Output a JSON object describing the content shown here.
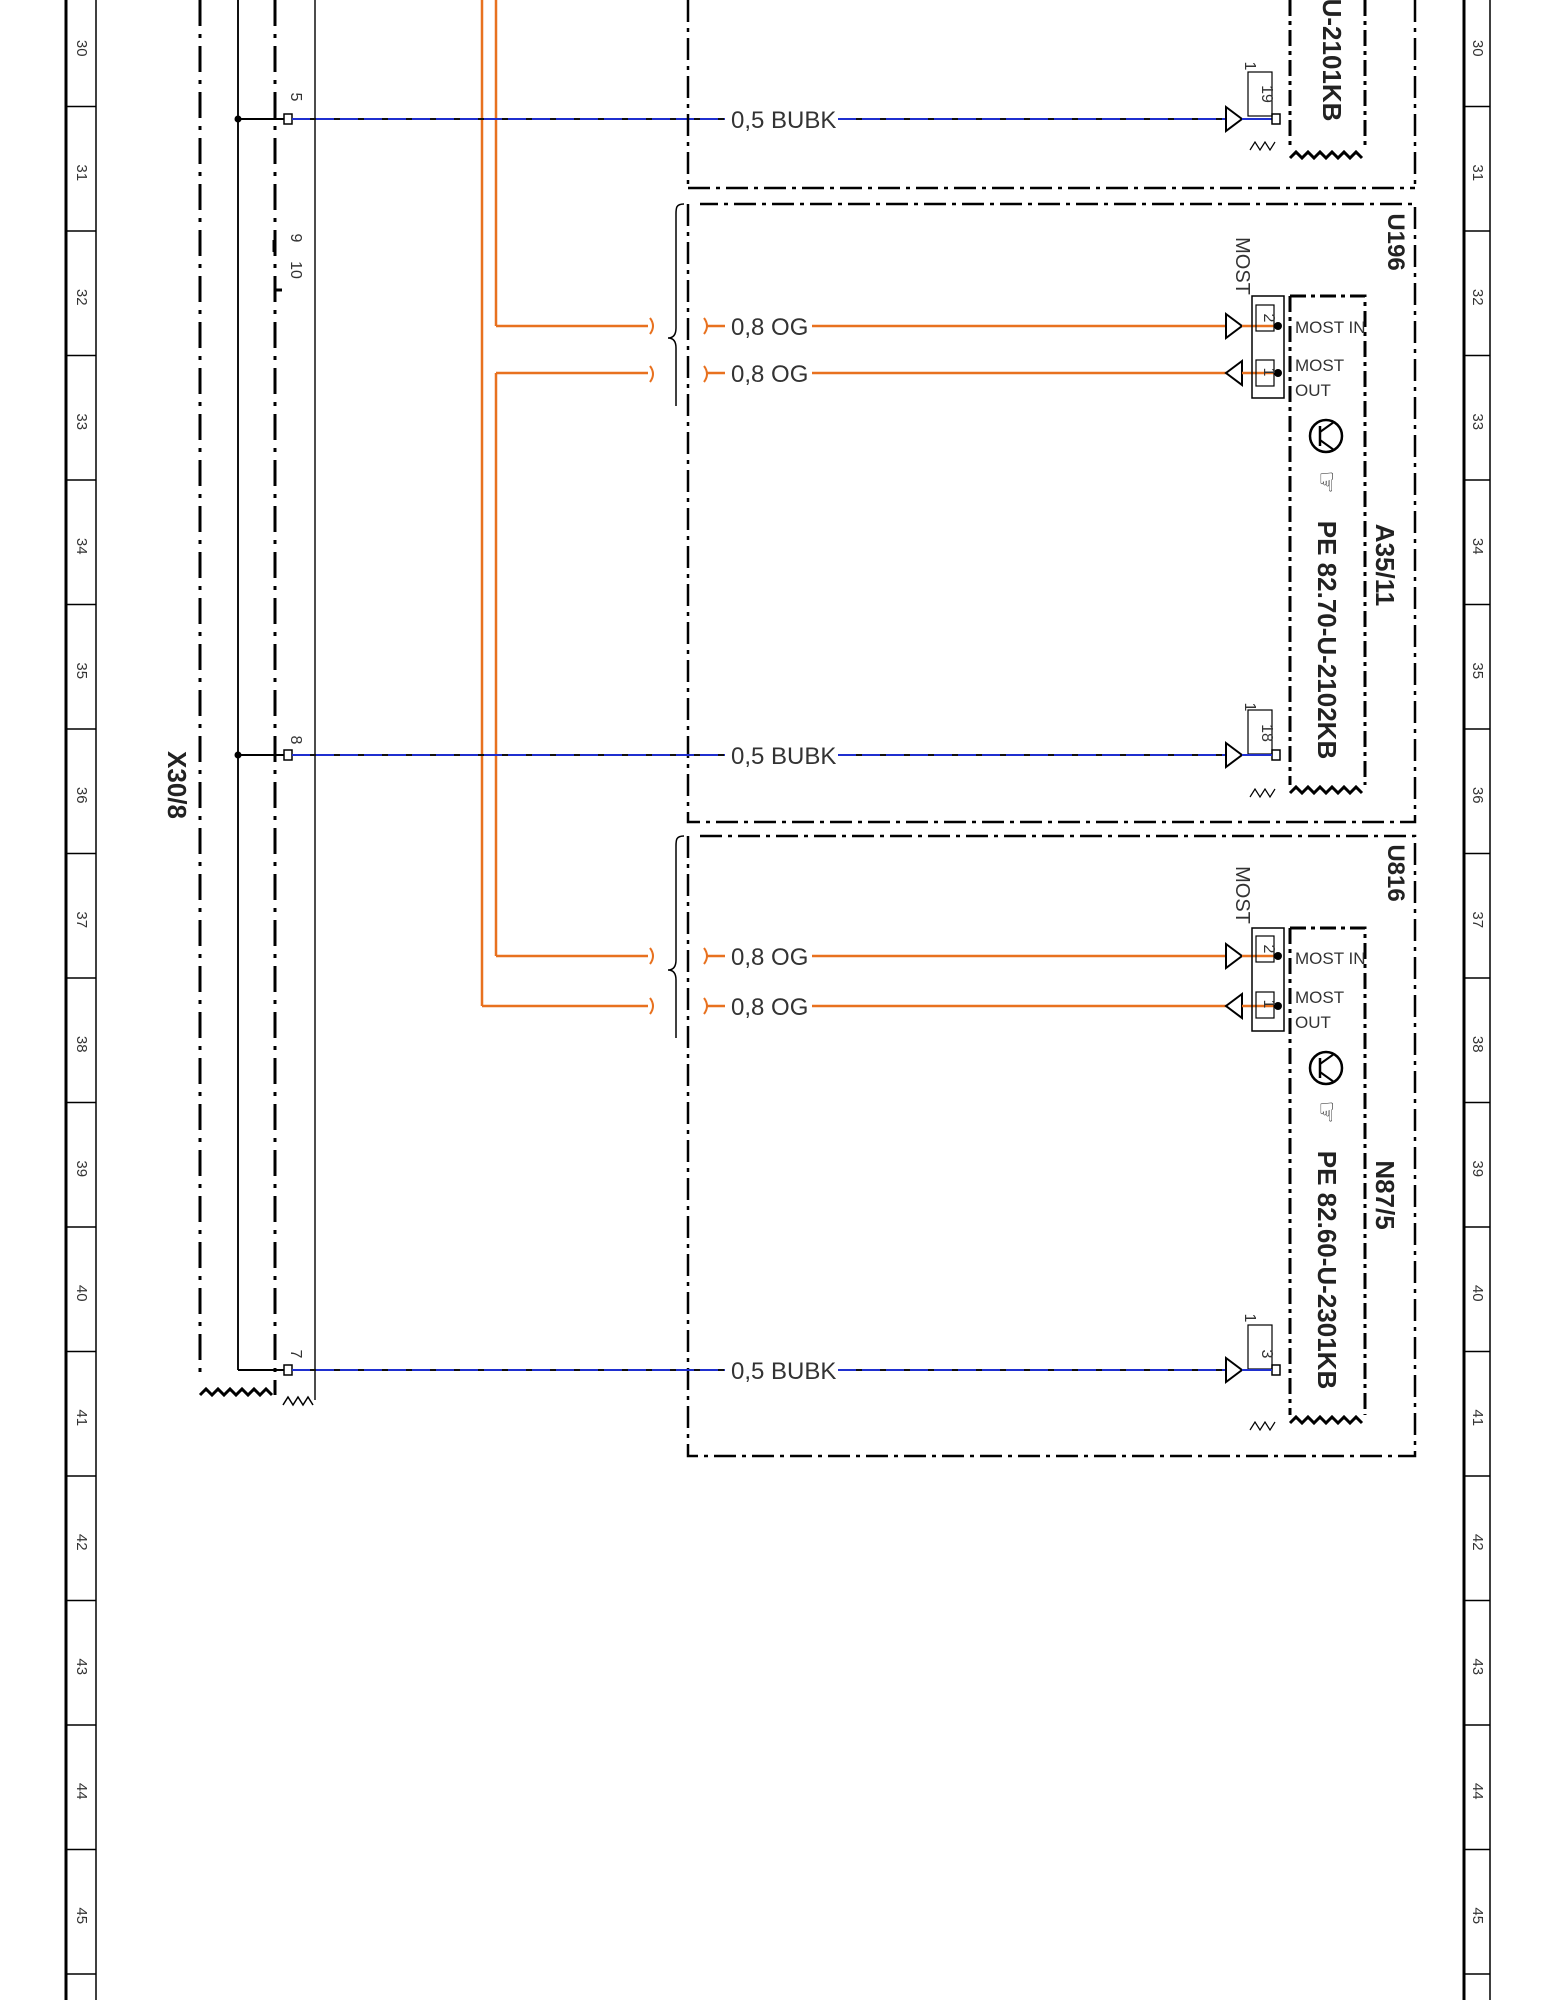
{
  "ruler_numbers": [
    "30",
    "31",
    "32",
    "33",
    "34",
    "35",
    "36",
    "37",
    "38",
    "39",
    "40",
    "41",
    "42",
    "43",
    "44",
    "45"
  ],
  "colors": {
    "blue": "#1f2fcf",
    "orange": "#e8711f",
    "black": "#000000",
    "thin": "#111111"
  },
  "connector_left": {
    "name": "X30/8",
    "pins": {
      "p5": "5",
      "p9": "9",
      "p10": "10",
      "p8": "8",
      "p7": "7"
    }
  },
  "wires": {
    "w1": "0,5 BUBK",
    "w2_in": "0,8 OG",
    "w2_out": "0,8 OG",
    "w3": "0,5 BUBK",
    "w4_in": "0,8 OG",
    "w4_out": "0,8 OG",
    "w5": "0,5 BUBK"
  },
  "components": {
    "top": {
      "ref_partial": "U-2101KB",
      "pin": "19",
      "pin_alt": "1"
    },
    "u196": {
      "variant": "U196",
      "name": "A35/11",
      "ref": "PE 82.70-U-2102KB",
      "bus": "MOST",
      "pin_in": "2",
      "pin_out": "1",
      "label_in": "MOST IN",
      "label_out_1": "MOST",
      "label_out_2": "OUT",
      "pin_b": "18",
      "pin_b_alt": "1"
    },
    "u816": {
      "variant": "U816",
      "name": "N87/5",
      "ref": "PE 82.60-U-2301KB",
      "bus": "MOST",
      "pin_in": "2",
      "pin_out": "1",
      "label_in": "MOST IN",
      "label_out_1": "MOST",
      "label_out_2": "OUT",
      "pin_b": "3",
      "pin_b_alt": "1"
    }
  }
}
